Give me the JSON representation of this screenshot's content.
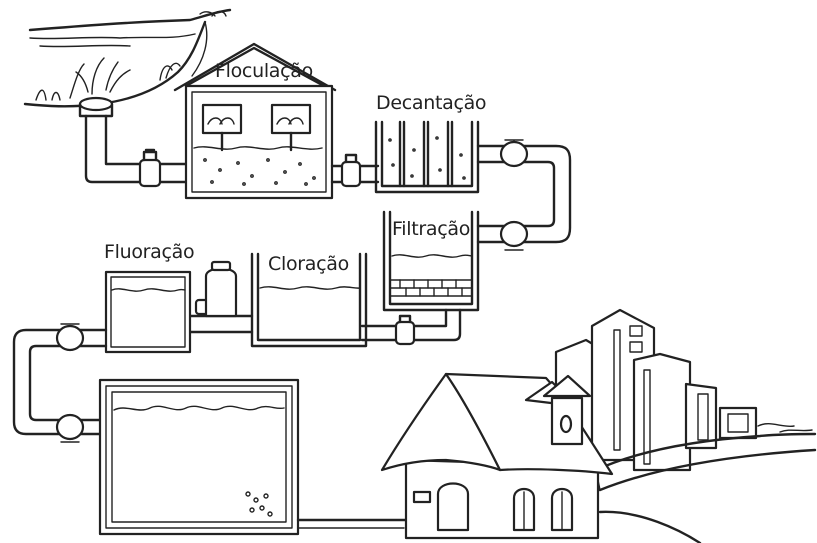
{
  "labels": {
    "floculacao": "Floculação",
    "decantacao": "Decantação",
    "filtracao": "Filtração",
    "cloracao": "Cloração",
    "fluoracao": "Fluoração"
  },
  "colors": {
    "ink": "#222222",
    "paper": "#ffffff"
  }
}
